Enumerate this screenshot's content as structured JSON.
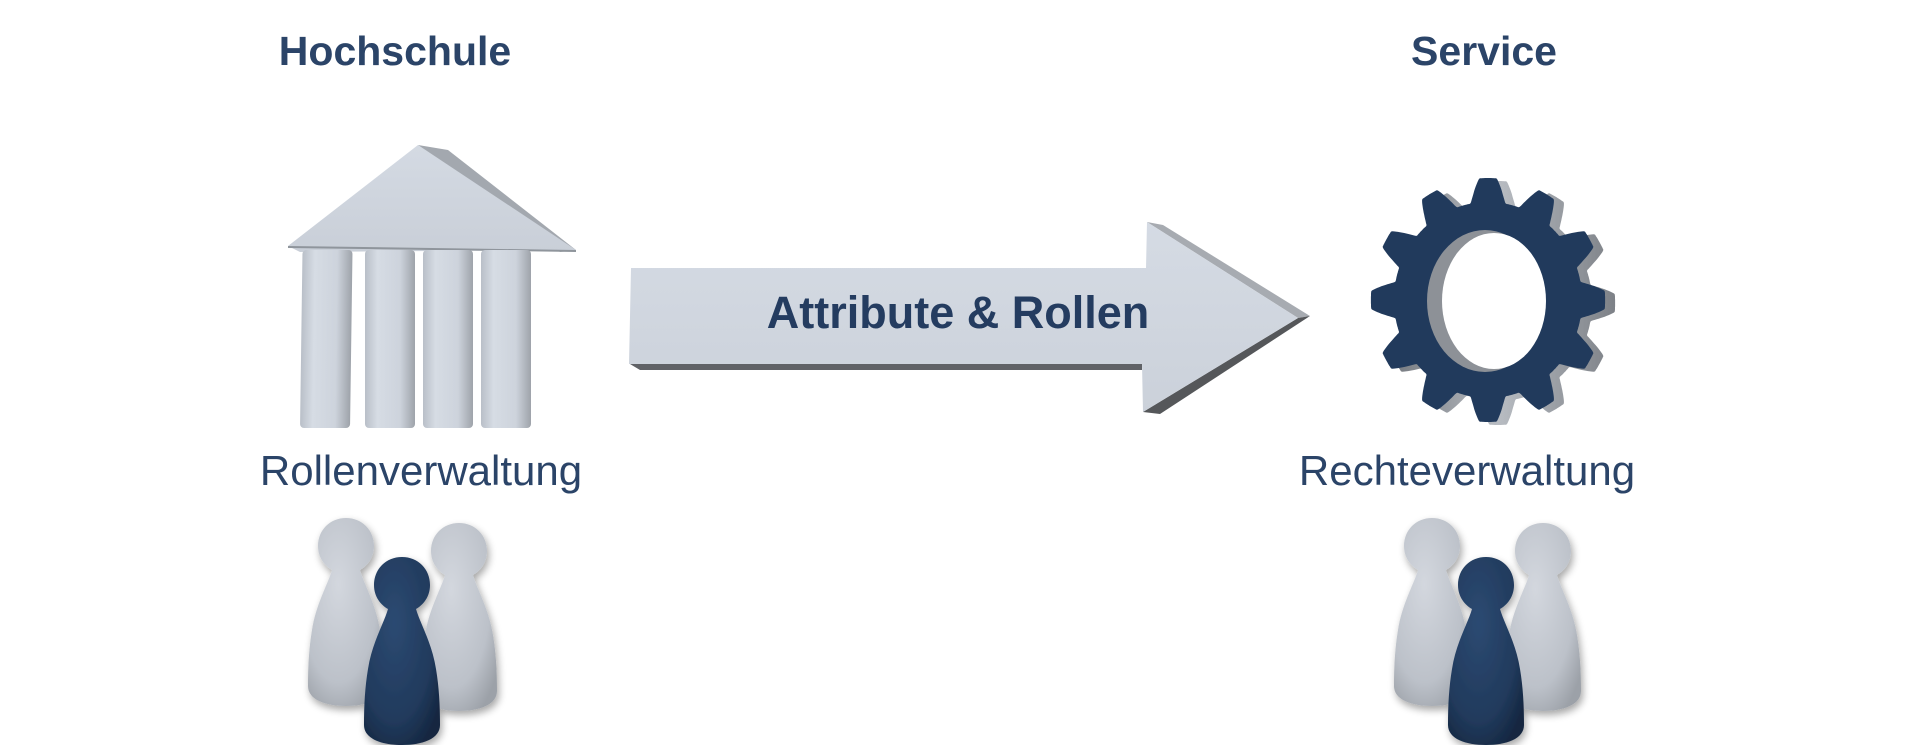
{
  "left": {
    "title": "Hochschule",
    "icon": "university-building-icon",
    "label": "Rollenverwaltung",
    "people_icon": "user-group-pawns-icon"
  },
  "flow": {
    "label": "Attribute & Rollen",
    "icon": "right-arrow-icon",
    "direction": "left-to-right"
  },
  "right": {
    "title": "Service",
    "icon": "gear-icon",
    "label": "Rechteverwaltung",
    "people_icon": "user-group-pawns-icon"
  },
  "colors": {
    "primary_dark_blue": "#213a5c",
    "text_blue": "#2b4468",
    "light_gray": "#d3d9e2",
    "shade_gray": "#a5a9ae",
    "dark_shade": "#55575a",
    "background": "#ffffff"
  }
}
